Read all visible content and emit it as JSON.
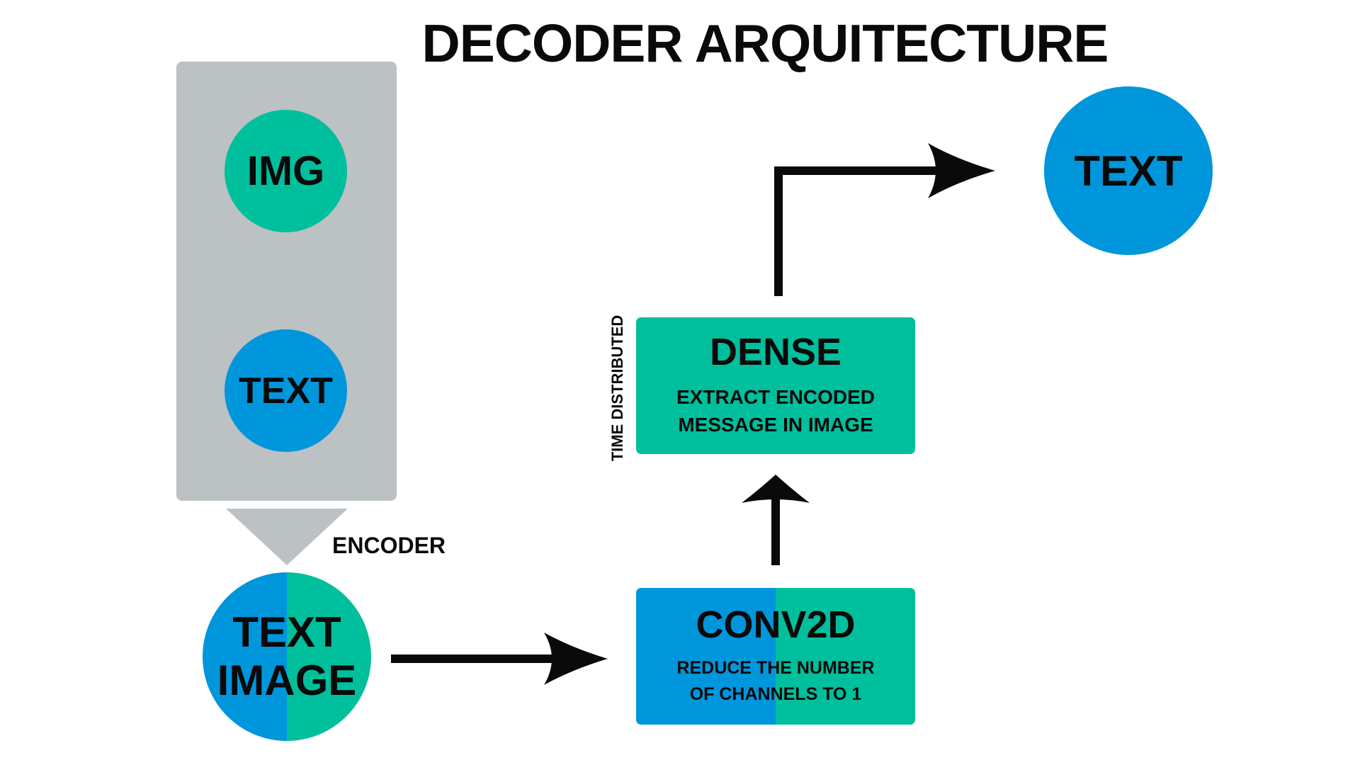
{
  "title": "DECODER ARQUITECTURE",
  "encoder": {
    "label": "ENCODER",
    "inputs": {
      "img": "IMG",
      "text": "TEXT"
    }
  },
  "text_image": {
    "line1": "TEXT",
    "line2": "IMAGE"
  },
  "conv2d": {
    "title": "CONV2D",
    "line1": "REDUCE THE NUMBER",
    "line2": "OF CHANNELS TO 1"
  },
  "dense": {
    "title": "DENSE",
    "line1": "EXTRACT ENCODED",
    "line2": "MESSAGE IN IMAGE",
    "side_label": "TIME DISTRIBUTED"
  },
  "output": {
    "text": "TEXT"
  },
  "colors": {
    "teal": "#00bf9c",
    "blue": "#0096dc",
    "gray": "#bcc1c4",
    "black": "#0a0a0a"
  }
}
